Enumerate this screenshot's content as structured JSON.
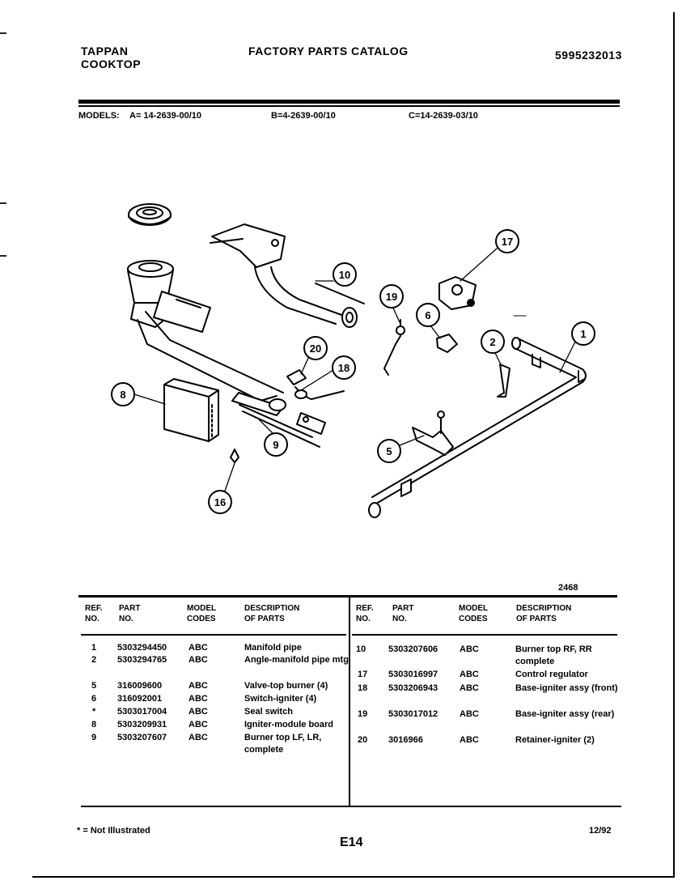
{
  "header": {
    "brand_line1": "TAPPAN",
    "brand_line2": "COOKTOP",
    "title": "FACTORY PARTS CATALOG",
    "catalog_number": "5995232013"
  },
  "models": {
    "label": "MODELS:",
    "a": "A= 14-2639-00/10",
    "b": "B=4-2639-00/10",
    "c": "C=14-2639-03/10"
  },
  "diagram": {
    "figure_ref": "2468",
    "callouts": [
      "17",
      "10",
      "19",
      "6",
      "2",
      "1",
      "20",
      "18",
      "8",
      "9",
      "5",
      "16"
    ]
  },
  "table": {
    "headers": {
      "ref": [
        "REF.",
        "NO."
      ],
      "part": [
        "PART",
        "NO."
      ],
      "model": [
        "MODEL",
        "CODES"
      ],
      "desc": [
        "DESCRIPTION",
        "OF PARTS"
      ]
    },
    "left_rows": [
      {
        "ref": "1",
        "part": "5303294450",
        "codes": "ABC",
        "desc": "Manifold pipe"
      },
      {
        "ref": "2",
        "part": "5303294765",
        "codes": "ABC",
        "desc": "Angle-manifold pipe mtg"
      },
      {
        "ref": "5",
        "part": "316009600",
        "codes": "ABC",
        "desc": "Valve-top burner (4)"
      },
      {
        "ref": "6",
        "part": "316092001",
        "codes": "ABC",
        "desc": "Switch-igniter (4)"
      },
      {
        "ref": "*",
        "part": "5303017004",
        "codes": "ABC",
        "desc": "Seal switch"
      },
      {
        "ref": "8",
        "part": "5303209931",
        "codes": "ABC",
        "desc": "Igniter-module board"
      },
      {
        "ref": "9",
        "part": "5303207607",
        "codes": "ABC",
        "desc": "Burner top LF, LR, complete"
      }
    ],
    "right_rows": [
      {
        "ref": "10",
        "part": "5303207606",
        "codes": "ABC",
        "desc": "Burner top RF, RR complete"
      },
      {
        "ref": "17",
        "part": "5303016997",
        "codes": "ABC",
        "desc": "Control regulator"
      },
      {
        "ref": "18",
        "part": "5303206943",
        "codes": "ABC",
        "desc": "Base-igniter assy (front)"
      },
      {
        "ref": "19",
        "part": "5303017012",
        "codes": "ABC",
        "desc": "Base-igniter assy (rear)"
      },
      {
        "ref": "20",
        "part": "3016966",
        "codes": "ABC",
        "desc": "Retainer-igniter (2)"
      }
    ]
  },
  "footer": {
    "footnote": "* = Not Illustrated",
    "page": "E14",
    "date": "12/92"
  }
}
